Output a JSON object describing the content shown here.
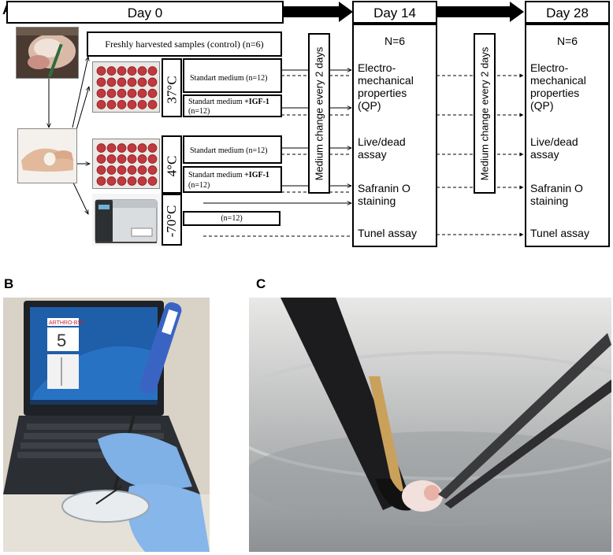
{
  "panels": {
    "a": "A",
    "b": "B",
    "c": "C"
  },
  "timeline": {
    "day0": "Day 0",
    "day14": "Day 14",
    "day28": "Day 28"
  },
  "control_label": "Freshly harvested samples (control) (n=6)",
  "temps": {
    "t37": "37°C",
    "t4": "4°C",
    "tm70": "-70°C"
  },
  "conditions": {
    "std37_label": "Standart medium",
    "std37_n": "(n=12)",
    "igf37_label": "Standart medium",
    "igf37_plus": "+IGF-1",
    "igf37_n": "(n=12)",
    "std4_label": "Standart medium",
    "std4_n": "(n=12)",
    "igf4_label": "Standart medium",
    "igf4_plus": "+IGF-1",
    "igf4_n": "(n=12)",
    "frozen_n": "(n=12)"
  },
  "medium_change": "Medium change every 2 days",
  "assays": {
    "n": "N=6",
    "items": [
      "Electro-mechanical properties (QP)",
      "Live/dead assay",
      "Safranin O staining",
      "Tunel assay"
    ],
    "electro_1": "Electro-",
    "electro_2": "mechanical",
    "electro_3": "properties",
    "electro_4": "(QP)",
    "live_1": "Live/dead",
    "live_2": "assay",
    "saf_1": "Safranin O",
    "saf_2": "staining",
    "tunel": "Tunel assay"
  },
  "laptop_screen": {
    "brand": "ARTHRO-BST",
    "value": "5"
  },
  "colors": {
    "plate_red": "#c0393e",
    "glove_blue": "#7fb0e6",
    "probe_blue": "#3a64c4",
    "screen_blue": "#1f5ea8"
  }
}
